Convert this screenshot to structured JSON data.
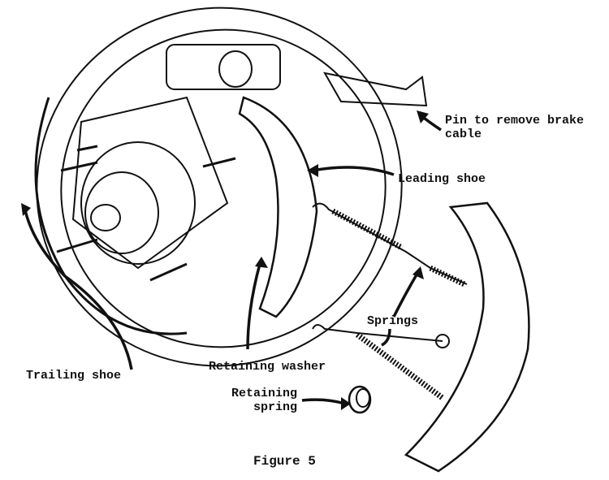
{
  "figure": {
    "caption": "Figure 5",
    "labels": {
      "pin_line1": "Pin to remove brake",
      "pin_line2": "cable",
      "leading_shoe": "Leading shoe",
      "springs": "Springs",
      "trailing_shoe": "Trailing shoe",
      "retaining_washer": "Retaining washer",
      "retaining_spring_line1": "Retaining",
      "retaining_spring_line2": "spring"
    }
  }
}
